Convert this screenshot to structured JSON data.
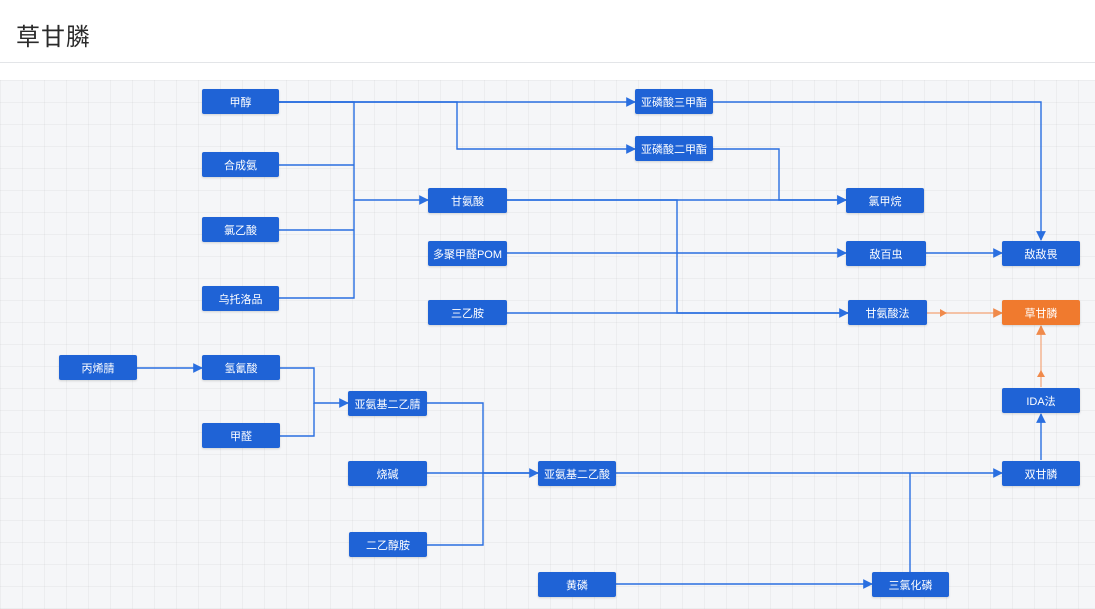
{
  "page": {
    "title": "草甘膦"
  },
  "colors": {
    "node": "#1f63d6",
    "target": "#f07a2e",
    "edge": "#2a6fe0",
    "edge_target": "#f3b08a"
  },
  "nodes": {
    "jiachun": "甲醇",
    "hechenganan": "合成氨",
    "lvyisuan": "氯乙酸",
    "wutuoluopin": "乌托洛品",
    "gansuan": "甘氨酸",
    "duojuquan": "多聚甲醛POM",
    "sanyian": "三乙胺",
    "yalinsuansanjiazhi": "亚磷酸三甲酯",
    "yalinsuanerjiazhi": "亚磷酸二甲酯",
    "lvjiawan": "氯甲烷",
    "dibaichong": "敌百虫",
    "didiwei": "敌敌畏",
    "gansuanfa": "甘氨酸法",
    "caoganlin": "草甘膦",
    "bingxijing": "丙烯腈",
    "qingqingsuan": "氢氰酸",
    "jiaquan": "甲醛",
    "yaanjierjijing": "亚氨基二乙腈",
    "shaojian": "烧碱",
    "eryichunan": "二乙醇胺",
    "yaanjieryisuan": "亚氨基二乙酸",
    "huanglin": "黄磷",
    "sanlvhualin": "三氯化磷",
    "shuanganlin": "双甘膦",
    "idafa": "IDA法"
  }
}
